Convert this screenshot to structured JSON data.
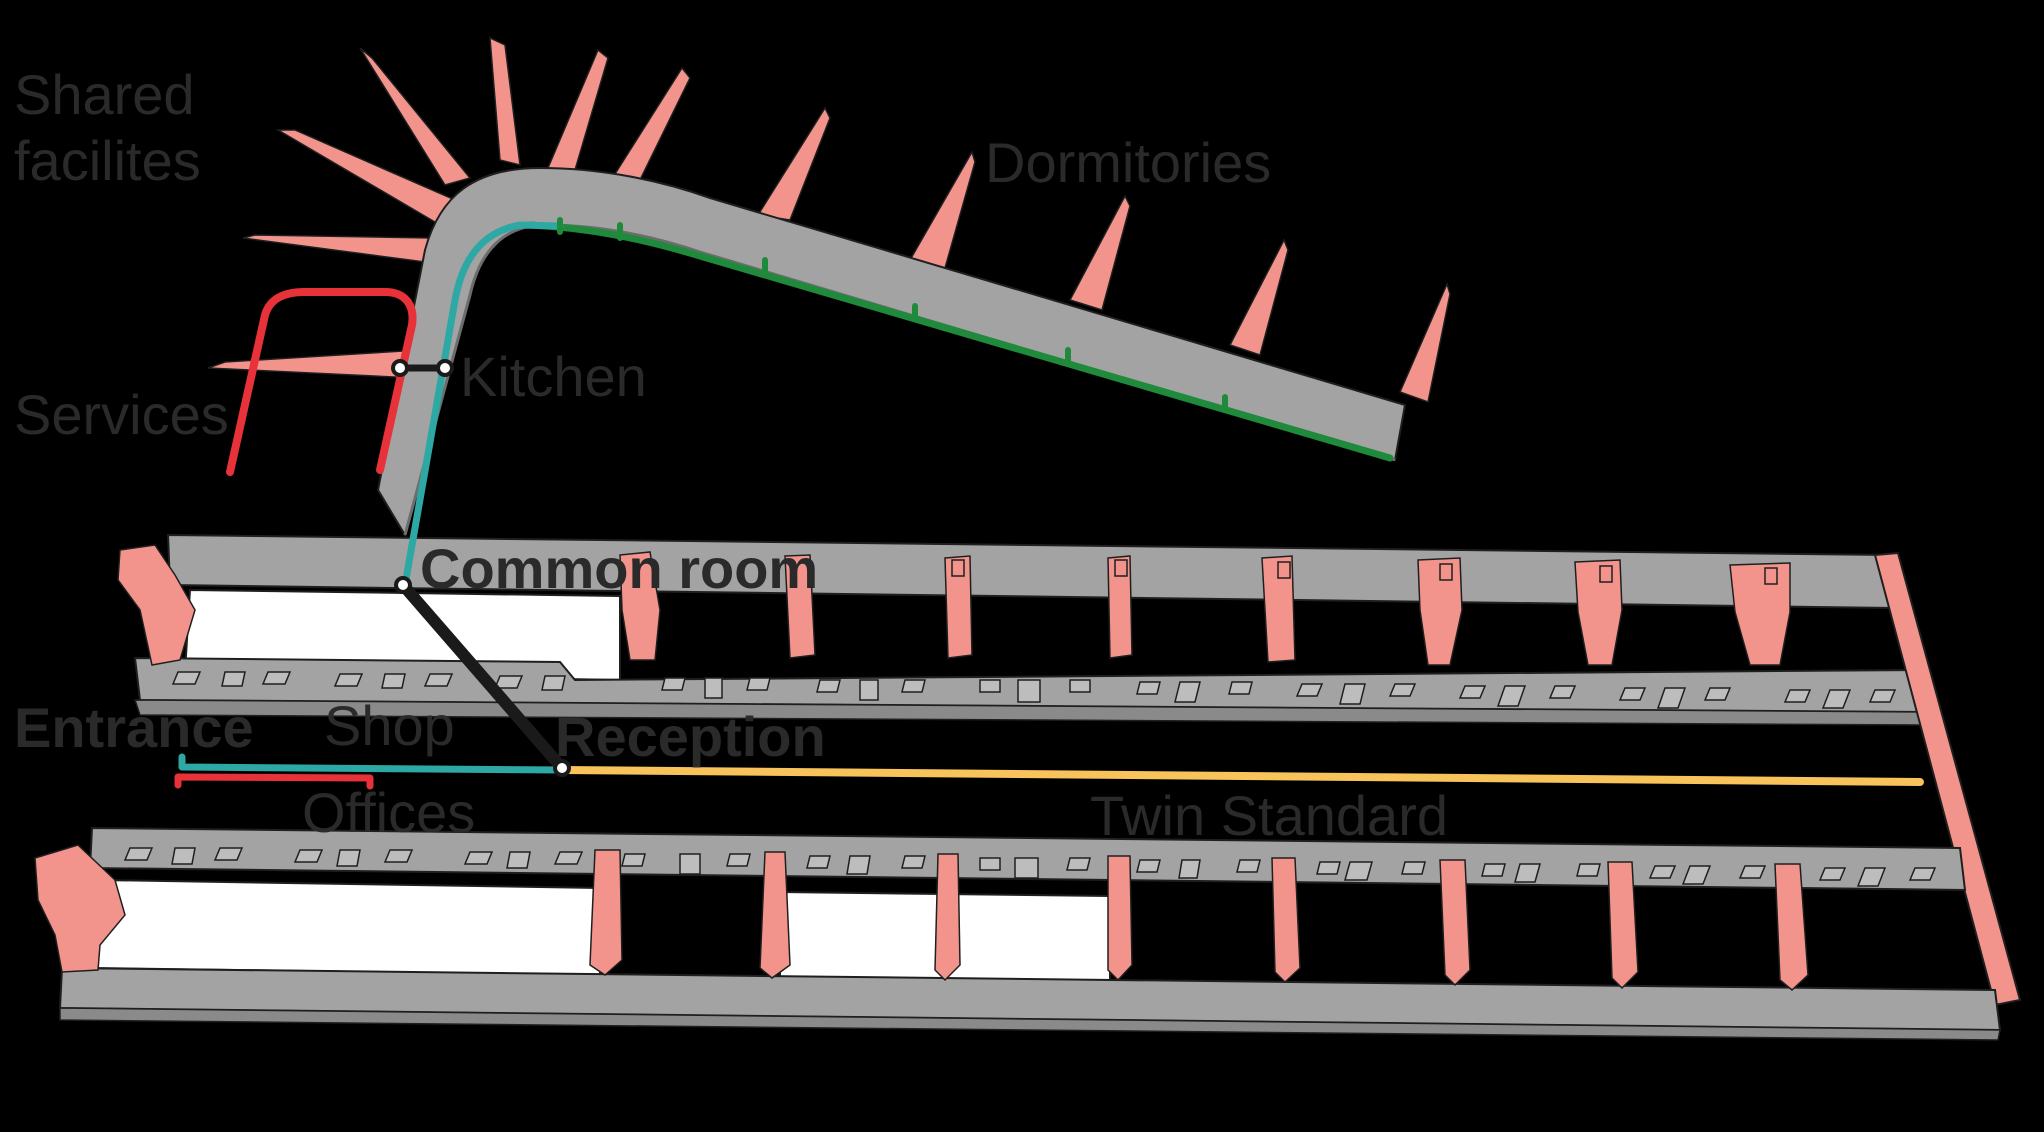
{
  "labels": {
    "shared_line1": "Shared",
    "shared_line2": "facilites",
    "dormitories": "Dormitories",
    "kitchen": "Kitchen",
    "services": "Services",
    "common_room": "Common room",
    "entrance": "Entrance",
    "shop": "Shop",
    "reception": "Reception",
    "offices": "Offices",
    "twin_standard": "Twin Standard"
  },
  "colors": {
    "background": "#000000",
    "corridor_fill": "#a3a3a3",
    "room_wall_fill": "#f2948c",
    "floor_white": "#ffffff",
    "outline": "#1f1f1f",
    "label_text": "#2a2a2a",
    "route_teal": "#2ea8a4",
    "route_green": "#1f8a3c",
    "route_red": "#e8323a",
    "route_yellow": "#f7c35a",
    "route_black": "#1a1a1a"
  },
  "routes": [
    {
      "name": "teal",
      "color": "#2ea8a4"
    },
    {
      "name": "green",
      "color": "#1f8a3c"
    },
    {
      "name": "red",
      "color": "#e8323a"
    },
    {
      "name": "yellow",
      "color": "#f7c35a"
    },
    {
      "name": "black",
      "color": "#1a1a1a"
    }
  ]
}
